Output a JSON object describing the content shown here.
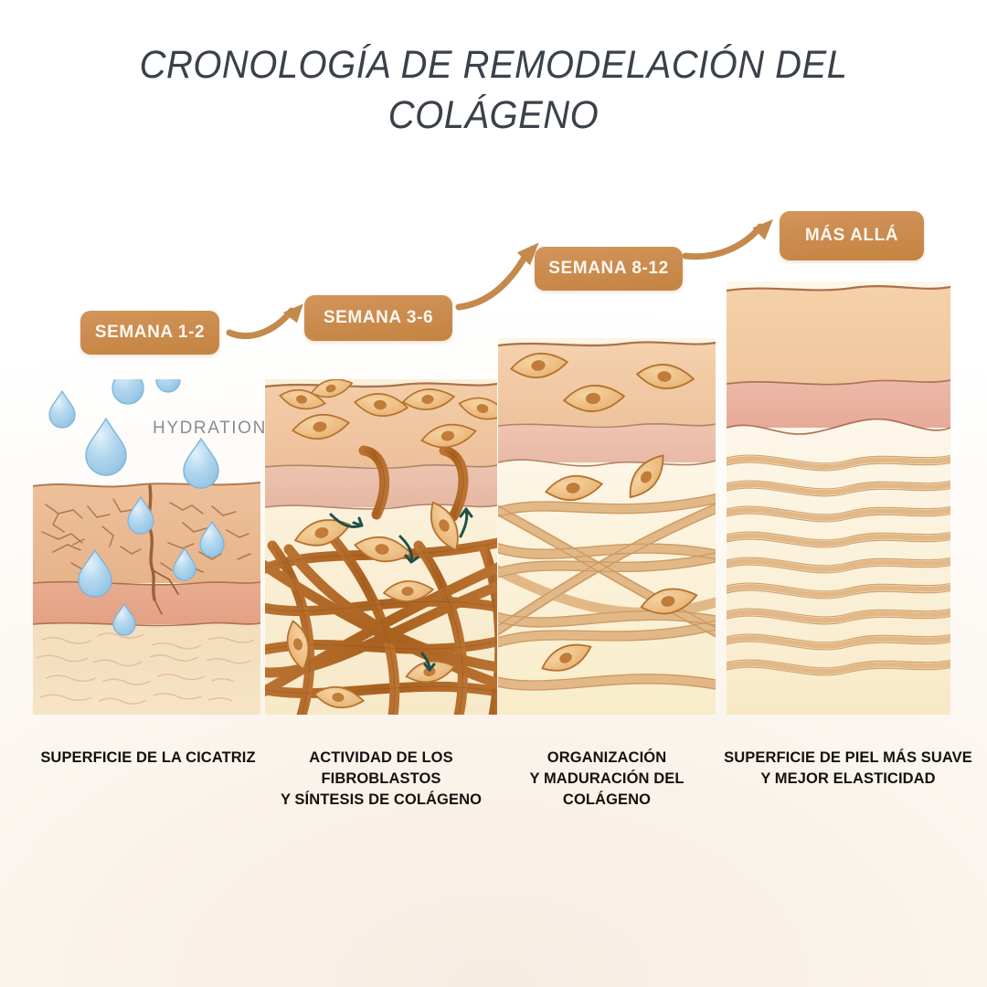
{
  "title": "CRONOLOGÍA DE REMODELACIÓN DEL\nCOLÁGENO",
  "colors": {
    "badge_bg": "#cb8c50",
    "badge_text": "#fdf6ef",
    "title_text": "#3a4149",
    "caption_text": "#14110f",
    "arrow": "#c4894d",
    "background": "#faf4ec",
    "epidermis": "#e9bc95",
    "dermis": "#e5a98d",
    "hypodermis": "#f3dcb9",
    "collagen_dark": "#b06a2a",
    "collagen_light": "#e0b07a",
    "fibroblast_body": "#eab775",
    "fibroblast_nucleus": "#c07c38",
    "droplet": "#9fcbe8",
    "hydration_text": "#8c8c8c"
  },
  "badges": [
    {
      "label": "SEMANA 1-2"
    },
    {
      "label": "SEMANA 3-6"
    },
    {
      "label": "SEMANA 8-12"
    },
    {
      "label": "MÁS ALLÁ"
    }
  ],
  "panels": [
    {
      "id": "panel-scar-surface",
      "caption": "SUPERFICIE DE LA CICATRIZ",
      "overlay_label": "HYDRATION",
      "description": "Piel agrietada con gotas de hidratación"
    },
    {
      "id": "panel-fibroblast-activity",
      "caption": "ACTIVIDAD DE LOS\nFIBROBLASTOS\nY SÍNTESIS DE COLÁGENO",
      "description": "Fibroblastos y malla desordenada de colágeno"
    },
    {
      "id": "panel-collagen-maturation",
      "caption": "ORGANIZACIÓN\nY MADURACIÓN DEL\nCOLÁGENO",
      "description": "Haces de colágeno organizándose"
    },
    {
      "id": "panel-smoother-skin",
      "caption": "SUPERFICIE DE PIEL MÁS SUAVE\nY MEJOR ELASTICIDAD",
      "description": "Fibras de colágeno paralelas y piel lisa"
    }
  ]
}
